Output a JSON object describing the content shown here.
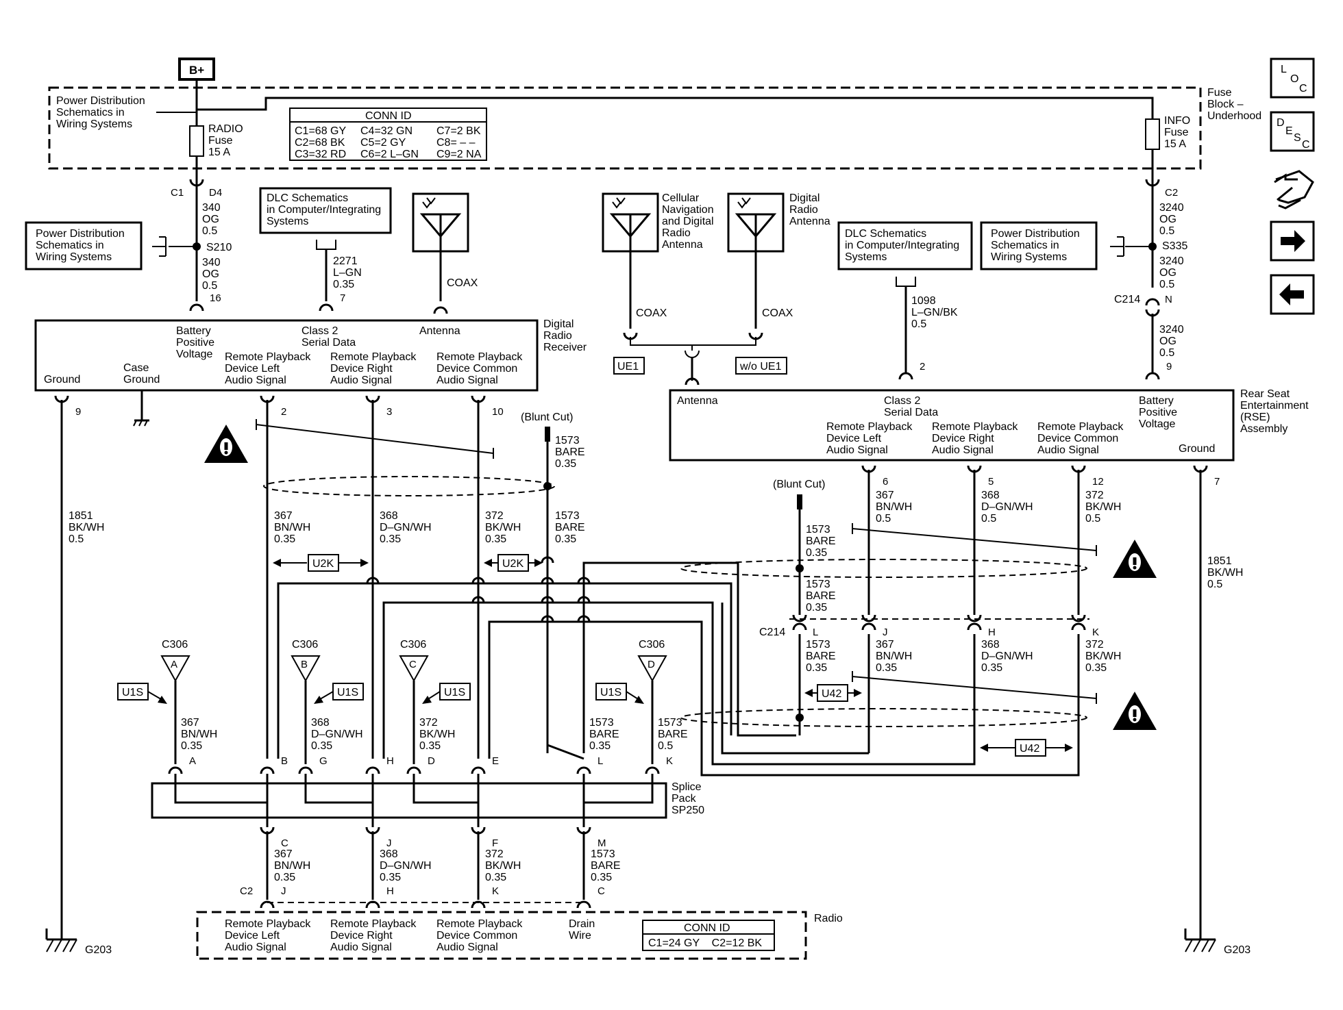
{
  "battery": "B+",
  "fuse_block": {
    "label": [
      "Fuse",
      "Block –",
      "Underhood"
    ]
  },
  "pd_ref_top": [
    "Power Distribution",
    "Schematics in",
    "Wiring Systems"
  ],
  "radio_fuse": [
    "RADIO",
    "Fuse",
    "15 A"
  ],
  "info_fuse": [
    "INFO",
    "Fuse",
    "15 A"
  ],
  "conn_id_top": {
    "title": "CONN ID",
    "cols": [
      [
        "C1=68 GY",
        "C2=68 BK",
        "C3=32 RD"
      ],
      [
        "C4=32 GN",
        "C5=2 GY",
        "C6=2 L–GN"
      ],
      [
        "C7=2 BK",
        "C8= –  –",
        "C9=2 NA"
      ]
    ]
  },
  "left_feed": {
    "fuse_conn": "C1",
    "fuse_pin": "D4",
    "wire_top": [
      "340",
      "OG",
      "0.5"
    ],
    "splice": "S210",
    "wire_bottom": [
      "340",
      "OG",
      "0.5"
    ],
    "pin": "16",
    "pd_ref": [
      "Power Distribution",
      "Schematics in",
      "Wiring Systems"
    ]
  },
  "right_feed": {
    "fuse_conn": "C2",
    "wire_top": [
      "3240",
      "OG",
      "0.5"
    ],
    "splice": "S335",
    "wire_mid": [
      "3240",
      "OG",
      "0.5"
    ],
    "conn": "C214",
    "conn_pin": "N",
    "wire_bottom": [
      "3240",
      "OG",
      "0.5"
    ],
    "pin": "9",
    "pd_ref": [
      "Power Distribution",
      "Schematics in",
      "Wiring Systems"
    ]
  },
  "dlc_left": {
    "ref": [
      "DLC Schematics",
      "in Computer/Integrating",
      "Systems"
    ],
    "wire": [
      "2271",
      "L–GN",
      "0.35"
    ],
    "pin": "7"
  },
  "dlc_right": {
    "ref": [
      "DLC Schematics",
      "in Computer/Integrating",
      "Systems"
    ],
    "wire": [
      "1098",
      "L–GN/BK",
      "0.5"
    ],
    "pin": "2"
  },
  "antennas": {
    "coax": "COAX",
    "cellular": [
      "Cellular",
      "Navigation",
      "and Digital",
      "Radio",
      "Antenna"
    ],
    "digital": [
      "Digital",
      "Radio",
      "Antenna"
    ],
    "option_ue1": "UE1",
    "option_wo_ue1": "w/o UE1"
  },
  "ddr": {
    "name": [
      "Digital",
      "Radio",
      "Receiver"
    ],
    "battery": [
      "Battery",
      "Positive",
      "Voltage"
    ],
    "class2": [
      "Class 2",
      "Serial Data"
    ],
    "antenna": "Antenna",
    "ground": "Ground",
    "case_ground": [
      "Case",
      "Ground"
    ],
    "rp_left": [
      "Remote Playback",
      "Device Left",
      "Audio Signal"
    ],
    "rp_right": [
      "Remote Playback",
      "Device Right",
      "Audio Signal"
    ],
    "rp_common": [
      "Remote Playback",
      "Device Common",
      "Audio Signal"
    ],
    "pins": {
      "ground": "9",
      "left": "2",
      "right": "3",
      "common": "10"
    }
  },
  "rse": {
    "name": [
      "Rear Seat",
      "Entertainment",
      "(RSE)",
      "Assembly"
    ],
    "antenna": "Antenna",
    "class2": [
      "Class 2",
      "Serial Data"
    ],
    "battery": [
      "Battery",
      "Positive",
      "Voltage"
    ],
    "ground": "Ground",
    "rp_left": [
      "Remote Playback",
      "Device Left",
      "Audio Signal"
    ],
    "rp_right": [
      "Remote Playback",
      "Device Right",
      "Audio Signal"
    ],
    "rp_common": [
      "Remote Playback",
      "Device Common",
      "Audio Signal"
    ],
    "pins": {
      "left": "6",
      "right": "5",
      "common": "12",
      "ground": "7"
    }
  },
  "wires": {
    "w1851": [
      "1851",
      "BK/WH",
      "0.5"
    ],
    "w367": [
      "367",
      "BN/WH",
      "0.35"
    ],
    "w368": [
      "368",
      "D–GN/WH",
      "0.35"
    ],
    "w372": [
      "372",
      "BK/WH",
      "0.35"
    ],
    "w1573": [
      "1573",
      "BARE",
      "0.35"
    ],
    "w367r": [
      "367",
      "BN/WH",
      "0.5"
    ],
    "w368r": [
      "368",
      "D–GN/WH",
      "0.5"
    ],
    "w372r": [
      "372",
      "BK/WH",
      "0.5"
    ],
    "w1573k": [
      "1573",
      "BARE",
      "0.5"
    ]
  },
  "blunt_cut": "(Blunt Cut)",
  "options": {
    "u2k": "U2K",
    "u1s": "U1S",
    "u42": "U42"
  },
  "c214_mid": {
    "label": "C214",
    "pins": [
      "L",
      "J",
      "H",
      "K"
    ]
  },
  "c306": {
    "label": "C306",
    "pins": [
      "A",
      "B",
      "C",
      "D"
    ]
  },
  "splice_pack": {
    "label": [
      "Splice",
      "Pack",
      "SP250"
    ],
    "top_pins": [
      "A",
      "B",
      "G",
      "H",
      "D",
      "E",
      "L",
      "K"
    ],
    "bottom_pins": [
      "C",
      "J",
      "F",
      "M"
    ]
  },
  "radio": {
    "name": "Radio",
    "conn": "C2",
    "pins": [
      "J",
      "H",
      "K",
      "C"
    ],
    "rp_left": [
      "Remote Playback",
      "Device Left",
      "Audio Signal"
    ],
    "rp_right": [
      "Remote Playback",
      "Device Right",
      "Audio Signal"
    ],
    "rp_common": [
      "Remote Playback",
      "Device Common",
      "Audio Signal"
    ],
    "drain": [
      "Drain",
      "Wire"
    ],
    "conn_id": {
      "title": "CONN ID",
      "text": "C1=24 GY    C2=12 BK"
    }
  },
  "ground_g203": "G203",
  "nav_icons": {
    "loc": [
      "L",
      "O",
      "C"
    ],
    "desc": [
      "D",
      "E",
      "S",
      "C"
    ],
    "schematic": "schematic-icon",
    "next": "arrow-right-icon",
    "prev": "arrow-left-icon"
  }
}
